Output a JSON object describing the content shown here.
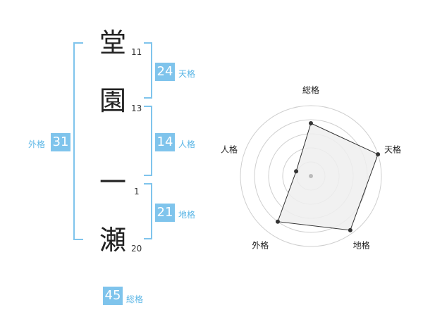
{
  "characters": [
    {
      "char": "堂",
      "strokes": "11"
    },
    {
      "char": "園",
      "strokes": "13"
    },
    {
      "char": "一",
      "strokes": "1"
    },
    {
      "char": "瀬",
      "strokes": "20"
    }
  ],
  "scores": {
    "tenkaku": {
      "value": "24",
      "label": "天格"
    },
    "jinkaku": {
      "value": "14",
      "label": "人格"
    },
    "chikaku": {
      "value": "21",
      "label": "地格"
    },
    "gaikaku": {
      "value": "31",
      "label": "外格"
    },
    "soukaku": {
      "value": "45",
      "label": "総格"
    }
  },
  "chart_data": {
    "type": "radar",
    "axes": [
      "総格",
      "天格",
      "地格",
      "外格",
      "人格"
    ],
    "values": [
      0.75,
      1.0,
      0.95,
      0.8,
      0.22
    ],
    "rings": 5,
    "range": [
      0,
      1
    ]
  },
  "colors": {
    "accent": "#7fc4ec",
    "label": "#5bb6e6",
    "fill": "#efefef",
    "line": "#333333"
  }
}
